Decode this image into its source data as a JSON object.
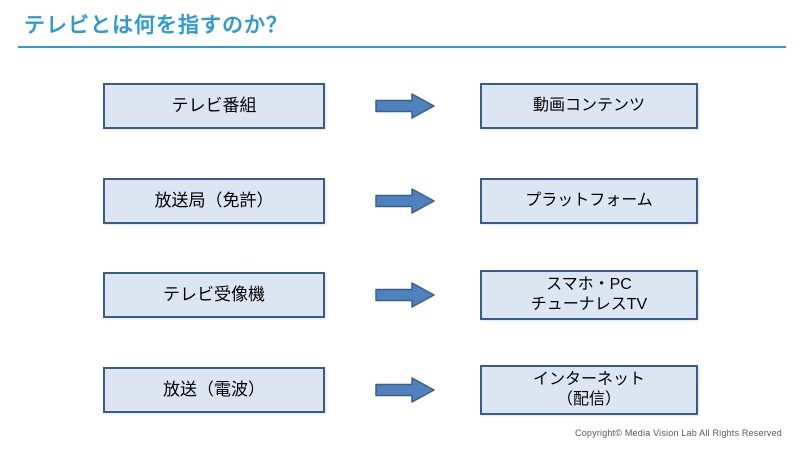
{
  "title": "テレビとは何を指すのか？",
  "theme": {
    "title_color": "#2e9bd5",
    "box_fill": "#dce6f2",
    "box_border": "#385d8a",
    "arrow_fill": "#4f81bd",
    "arrow_border": "#3a5f8a"
  },
  "rows": [
    {
      "left": "テレビ番組",
      "right": "動画コンテンツ"
    },
    {
      "left": "放送局（免許）",
      "right": "プラットフォーム"
    },
    {
      "left": "テレビ受像機",
      "right": "スマホ・PC\nチューナレスTV"
    },
    {
      "left": "放送（電波）",
      "right": "インターネット\n（配信）"
    }
  ],
  "footer": {
    "copyright": "Copyright© Media Vision Lab All Rights Reserved"
  }
}
